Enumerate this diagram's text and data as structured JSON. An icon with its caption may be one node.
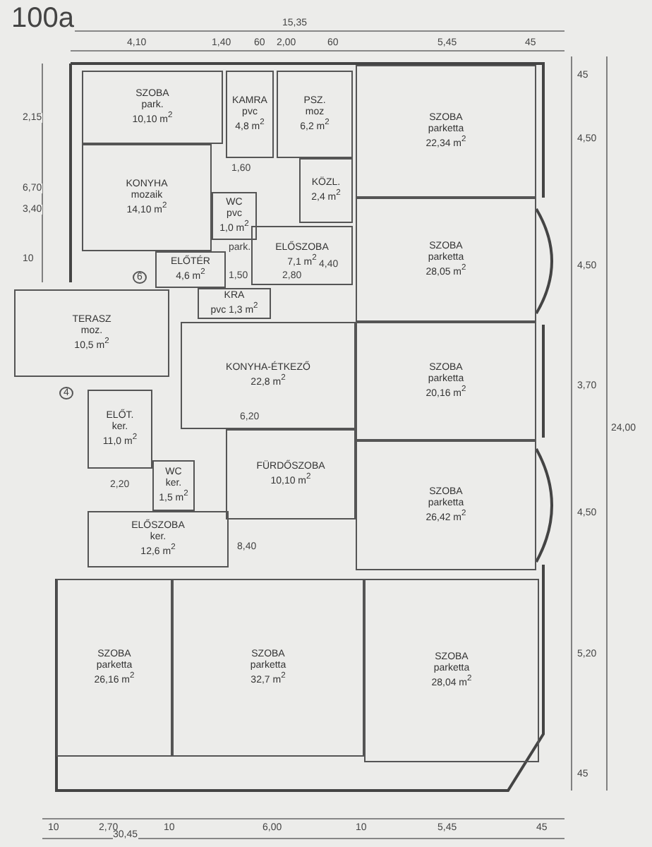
{
  "diagram": {
    "nodes": [
      {
        "text": [
          "SZOBA",
          "park.",
          "10,10 m$^{2}$"
        ]
      },
      {
        "text": [
          "KAMRA",
          "pvc",
          "4,8 m$^{2}$"
        ]
      },
      {
        "text": [
          "PSZ.",
          "moz",
          "6,2 m$^{2}$"
        ]
      },
      {
        "text": [
          "SZOBA",
          "parketta",
          "22,34 m$^{2}$"
        ]
      },
      {
        "text": [
          "KONYHA",
          "mozaik",
          "14,10 m$^{2}$"
        ]
      },
      {
        "text": [
          "WC",
          "pvc",
          "1,0 m$^{2}$"
        ]
      },
      {
        "text": [
          "KÖZL.",
          "2,4 m$^{2}$"
        ]
      },
      {
        "text": [
          "ELŐTÉR",
          "4,6 m$^{2}$"
        ]
      },
      {
        "text": [
          "ELŐSZOBA",
          "7,1 m$^{2}$"
        ]
      },
      {
        "text": [
          "KRA",
          "pvc 1,3 m$^{2}$"
        ]
      },
      {
        "text": [
          "TERASZ",
          "moz.",
          "10,5 m$^{2}$"
        ]
      },
      {
        "text": [
          "SZOBA",
          "parketta",
          "28,05 m$^{2}$"
        ]
      },
      {
        "text": [
          "KONYHA-ÉTKEZŐ",
          "22,8 m$^{2}$"
        ]
      },
      {
        "text": [
          "SZOBA",
          "parketta",
          "20,16 m$^{2}$"
        ]
      },
      {
        "text": [
          "ELŐT.",
          "ker.",
          "11,0 m$^{2}$"
        ]
      },
      {
        "text": [
          "WC",
          "ker.",
          "1,5 m$^{2}$"
        ]
      },
      {
        "text": [
          "FÜRDŐSZOBA",
          "10,10 m$^{2}$"
        ]
      },
      {
        "text": [
          "ELŐSZOBA",
          "ker.",
          "12,6 m$^{2}$"
        ]
      },
      {
        "text": [
          "SZOBA",
          "parketta",
          "26,42 m$^{2}$"
        ]
      },
      {
        "text": [
          "SZOBA",
          "parketta",
          "26,16 m$^{2}$"
        ]
      },
      {
        "text": [
          "SZOBA",
          "parketta",
          "32,7 m$^{2}$"
        ]
      },
      {
        "text": [
          "SZOBA",
          "parketta",
          "28,04 m$^{2}$"
        ]
      }
    ],
    "labels": [
      "100a",
      "15,35",
      "4,10",
      "1,40",
      "60",
      "2,00",
      "60",
      "5,45",
      "45",
      "45",
      "2,15",
      "6,70",
      "4,50",
      "3,40",
      "10",
      "1,60",
      "park.",
      "1,50",
      "2,80",
      "4,40",
      "6",
      "4,50",
      "3,70",
      "24,00",
      "4",
      "6,20",
      "2,20",
      "8,40",
      "4,50",
      "5,20",
      "45",
      "10",
      "2,70",
      "10",
      "6,00",
      "10",
      "5,45",
      "45",
      "30,45"
    ]
  }
}
